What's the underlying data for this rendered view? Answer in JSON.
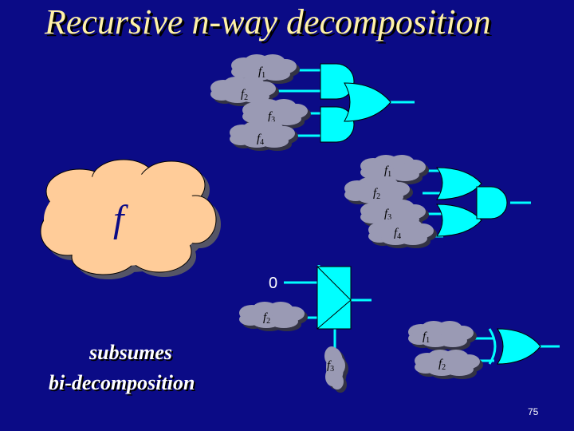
{
  "slide": {
    "title": "Recursive n-way decomposition",
    "big_f_label": "f",
    "notes": [
      "subsumes",
      "bi-decomposition"
    ],
    "mux_input_constant": "0",
    "page_number": "75"
  },
  "functions": [
    {
      "base": "f",
      "index": "1"
    },
    {
      "base": "f",
      "index": "2"
    },
    {
      "base": "f",
      "index": "3"
    },
    {
      "base": "f",
      "index": "4"
    },
    {
      "base": "f",
      "index": "1"
    },
    {
      "base": "f",
      "index": "2"
    },
    {
      "base": "f",
      "index": "3"
    },
    {
      "base": "f",
      "index": "4"
    },
    {
      "base": "f",
      "index": "2"
    },
    {
      "base": "f",
      "index": "3"
    },
    {
      "base": "f",
      "index": "1"
    },
    {
      "base": "f",
      "index": "2"
    }
  ],
  "colors": {
    "background": "#0b0b86",
    "title": "#fff2a8",
    "cloud_main": "#ffcc99",
    "cloud_small": "#9a9ab4",
    "gate": "#00ffff"
  }
}
